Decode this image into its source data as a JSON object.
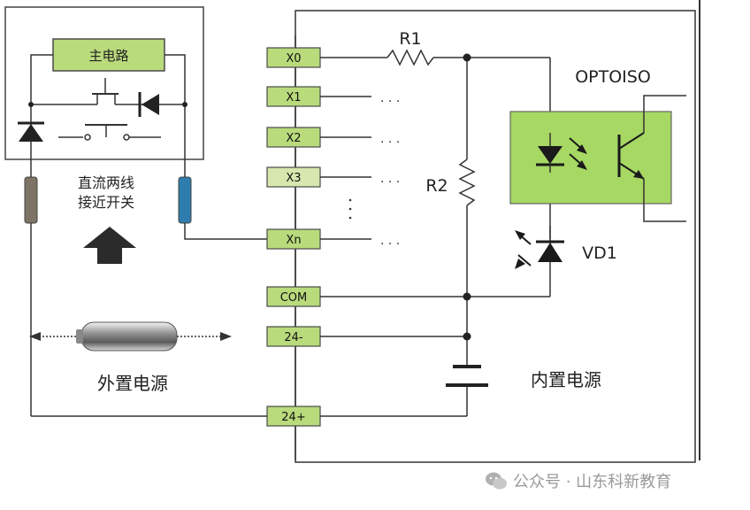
{
  "main_circuit": {
    "label": "主电路"
  },
  "sensor_label": {
    "line1": "直流两线",
    "line2": "接近开关"
  },
  "terminals": [
    "X0",
    "X1",
    "X2",
    "X3",
    "Xn",
    "COM",
    "24-",
    "24+"
  ],
  "resistors": {
    "r1": "R1",
    "r2": "R2"
  },
  "optoiso_label": "OPTOISO",
  "vd1_label": "VD1",
  "external_supply": "外置电源",
  "internal_supply": "内置电源",
  "ellipsis": ". . .",
  "watermark": "公众号 · 山东科新教育",
  "colors": {
    "terminal_fill": "#b9db7c",
    "opto_fill": "#a6d863",
    "wire": "#333333",
    "blue_lead": "#2f7dae",
    "gray_lead": "#7d7465"
  }
}
